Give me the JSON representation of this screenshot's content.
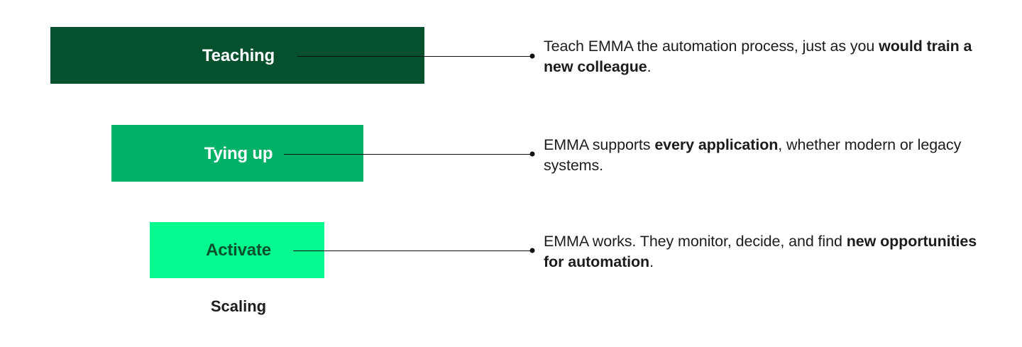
{
  "diagram": {
    "title_caption": "Scaling",
    "steps": [
      {
        "label": "Teaching",
        "bar_color": "#05502F",
        "label_color": "#FFFFFF",
        "description_prefix": "Teach EMMA the automation process, just as you ",
        "description_bold": "would train a new colleague",
        "description_suffix": "."
      },
      {
        "label": "Tying up",
        "bar_color": "#00B167",
        "label_color": "#FFFFFF",
        "description_prefix": "EMMA supports ",
        "description_bold": "every application",
        "description_suffix": ", whether modern or legacy systems."
      },
      {
        "label": "Activate",
        "bar_color": "#04FA8F",
        "label_color": "#05502F",
        "description_prefix": "EMMA works. They monitor, decide, and find ",
        "description_bold": "new opportunities for automation",
        "description_suffix": "."
      }
    ]
  }
}
